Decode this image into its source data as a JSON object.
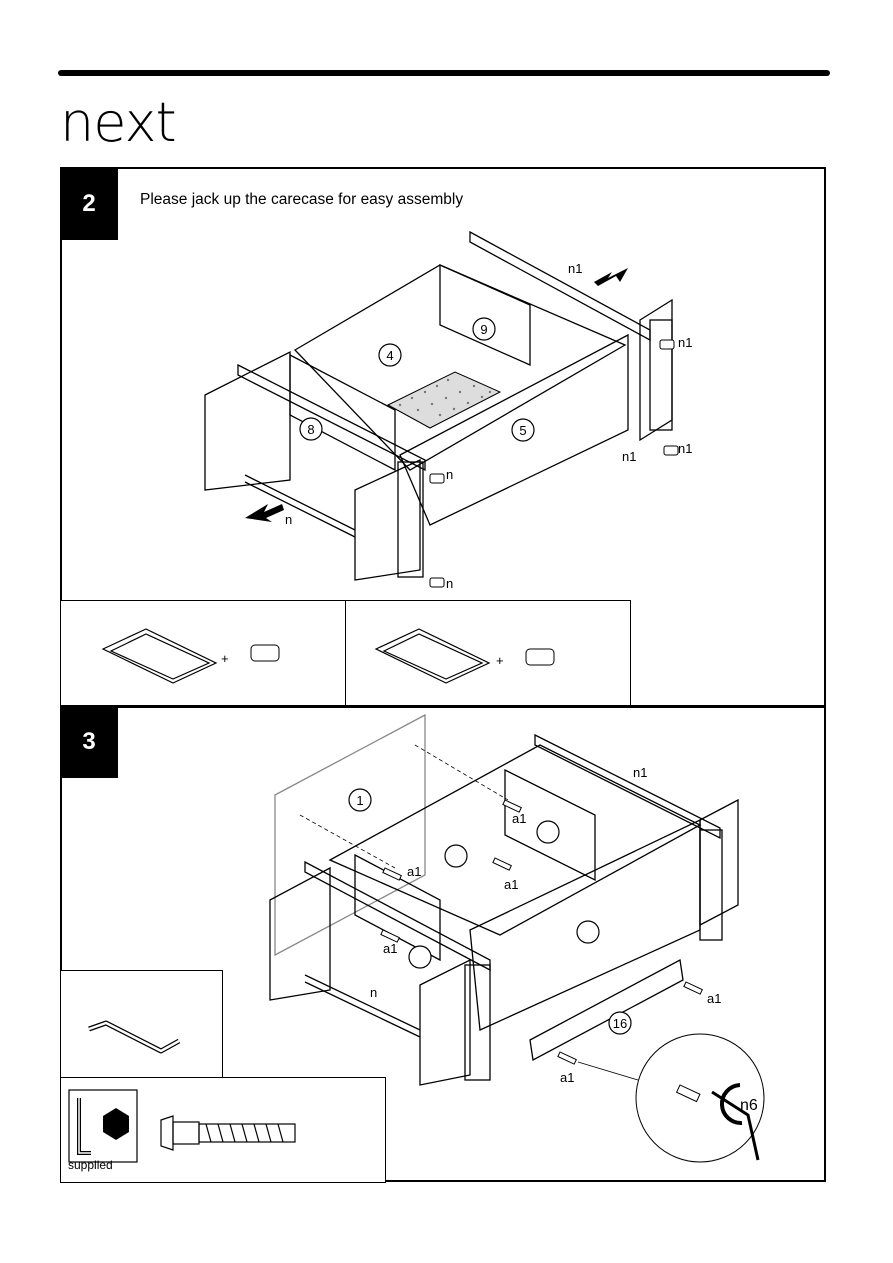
{
  "brand": {
    "logo_text": "next"
  },
  "step2": {
    "number": "2",
    "instruction": "Please jack up the carecase for easy assembly",
    "callouts": [
      "n1",
      "n1",
      "n1",
      "n1",
      "n",
      "n",
      "n"
    ],
    "part_numbers": [
      "4",
      "9",
      "8",
      "5"
    ],
    "plus_sign": "+"
  },
  "step3": {
    "number": "3",
    "part_numbers": [
      "1",
      "16"
    ],
    "callouts": {
      "n1": "n1",
      "a1": "a1",
      "n": "n",
      "n6": "n6"
    }
  },
  "tools": {
    "supplied_label": "supplied"
  },
  "colors": {
    "ink": "#000000",
    "paper": "#ffffff",
    "hatch": "#777777"
  }
}
